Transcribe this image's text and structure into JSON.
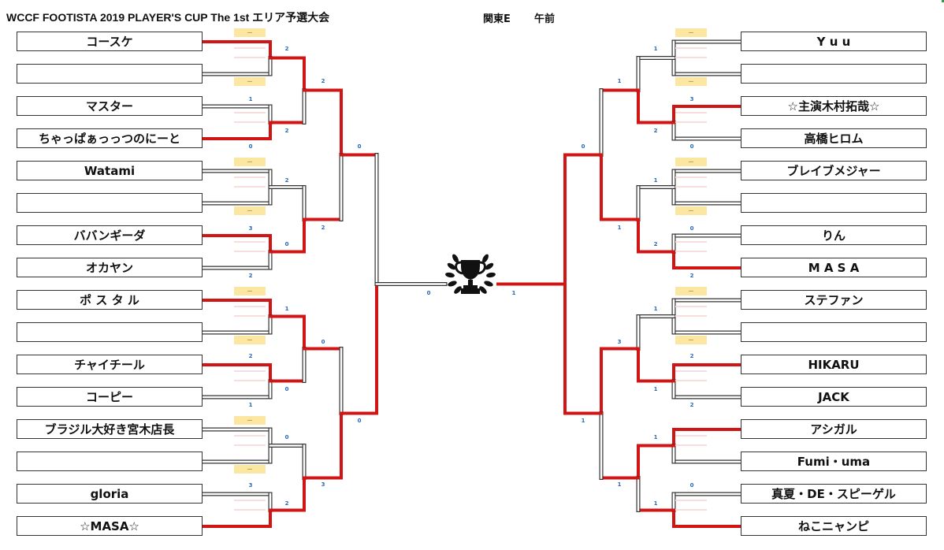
{
  "header": {
    "title": "WCCF FOOTISTA 2019 PLAYER'S CUP The 1st エリア予選大会",
    "region": "関東E",
    "session": "午前"
  },
  "colors": {
    "winner_path": "#d11515",
    "bracket_line": "#333333",
    "score_text": "#2a6ab3",
    "tag_bg": "#fbe6a2"
  },
  "trophy_icon": "trophy-with-laurel-icon",
  "players": {
    "left": [
      "コースケ",
      "",
      "マスター",
      "ちゃっぱぁっっつのにーと",
      "Watami",
      "",
      "ババンギーダ",
      "オカヤン",
      "ポ ス タ ル",
      "",
      "チャイチール",
      "コーピー",
      "ブラジル大好き宮木店長",
      "",
      "gloria",
      "☆MASA☆"
    ],
    "right": [
      "Y u u",
      "",
      "☆主演木村拓哉☆",
      "高橋ヒロム",
      "ブレイブメジャー",
      "",
      "りん",
      "M A S A",
      "ステファン",
      "",
      "HIKARU",
      "JACK",
      "アシガル",
      "Fumi・uma",
      "真夏・DE・スピーゲル",
      "ねこニャンピ"
    ]
  },
  "bye_tag": "－",
  "scores": {
    "left_r1": [
      "2",
      "1",
      "2",
      "0",
      "2",
      "3",
      "0",
      "2",
      "1",
      "2",
      "0",
      "1",
      "0",
      "3",
      "2"
    ],
    "left_r2": [
      "2",
      "2",
      "0",
      "3"
    ],
    "left_r3": [
      "0",
      "0"
    ],
    "final_left": "0",
    "final_right": "1",
    "right_r1": [
      "1",
      "3",
      "2",
      "0",
      "1",
      "0",
      "2",
      "2",
      "1",
      "2",
      "1",
      "2",
      "1",
      "0",
      "1"
    ],
    "right_r2": [
      "1",
      "1",
      "3",
      "1"
    ],
    "right_r3": [
      "0",
      "1"
    ]
  }
}
